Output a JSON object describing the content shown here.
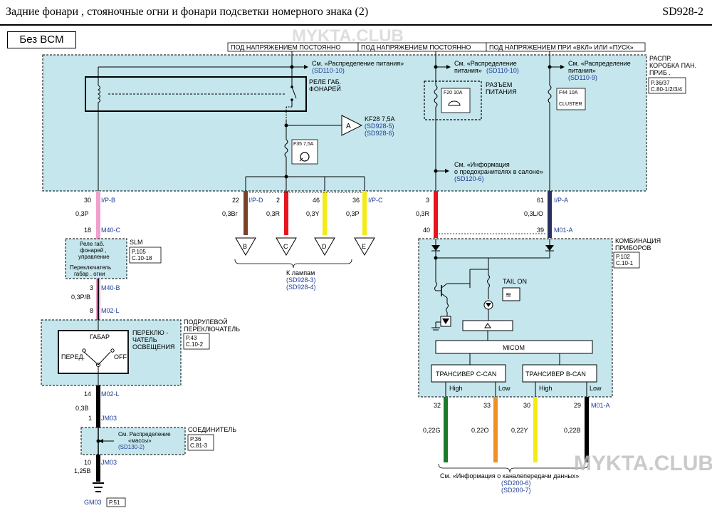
{
  "header": {
    "title": "Задние   фонари  , стояночные    огни  и фонари   подсветки    номерного    знака (2)",
    "code": "SD928-2"
  },
  "no_bcm_label": "Без  BCM",
  "watermark": "MYKTA.CLUB",
  "power_labels": {
    "always1": "ПОД НАПРЯЖЕНИЕМ   ПОСТОЯННО",
    "always2": "ПОД НАПРЯЖЕНИЕМ   ПОСТОЯННО",
    "on_start": "ПОД НАПРЯЖЕНИЕМ   ПРИ «ВКЛ» ИЛИ «ПУСК»"
  },
  "junction_box": {
    "name": [
      "РАСПР.",
      "КОРОБКА  ПАН.",
      "ПРИБ ."
    ],
    "page": "P.36/37",
    "conn": "C.80-1/2/3/4"
  },
  "refs": {
    "pd1": [
      "См. «Распределение    питания»",
      "(SD110-10)"
    ],
    "pd2": [
      "См. «Распределение",
      "питания»",
      "(SD110-10)"
    ],
    "pd3": [
      "См. «Распределение",
      "питания»",
      "(SD110-9)"
    ],
    "fuse_info": [
      "См. «Информация",
      "о предохранителях     в салоне»",
      "(SD120-6)"
    ],
    "kf28": [
      "KF28  7,5A",
      "(SD928-5)",
      "(SD928-6)"
    ],
    "lamps": [
      "К лампам",
      "(SD928-3)",
      "(SD928-4)"
    ],
    "can_info": [
      "См. «Информация   о каналепередачи    данных»",
      "(SD200-6)",
      "(SD200-7)"
    ]
  },
  "relay_label": [
    "РЕЛЕ   ГАБ.",
    "ФОНАРЕЙ"
  ],
  "power_connector": [
    "РАЗЪЕМ",
    "ПИТАНИЯ"
  ],
  "fuses": {
    "f35": "F35  7,5A",
    "f20": "F20  10A",
    "f44": "F44  10A",
    "f44_name": "CLUSTER"
  },
  "arrow_a": "A",
  "wires": {
    "p30": "30",
    "p30_conn": "I/P-B",
    "w03P": "0,3P",
    "p18": "18",
    "p18_conn": "M40-C",
    "p22": "22",
    "p22_conn": "I/P-D",
    "w03Br": "0,3Br",
    "p2": "2",
    "w03R_a": "0,3R",
    "p46": "46",
    "w03Y": "0,3Y",
    "p36": "36",
    "p36_conn": "I/P-C",
    "w03P_b": "0,3P",
    "p3": "3",
    "w03R_b": "0,3R",
    "p40": "40",
    "p61": "61",
    "p61_conn": "I/P-A",
    "w03LO": "0,3L/O",
    "p39": "39",
    "p39_conn": "M01-A",
    "p3b": "3",
    "p3b_conn": "M40-B",
    "w03PB": "0,3P/B",
    "p8": "8",
    "p8_conn": "M02-L",
    "p14": "14",
    "p14_conn": "M02-L",
    "w03B": "0,3B",
    "p1": "1",
    "p1_conn": "JM03",
    "p10": "10",
    "p10_conn": "JM03",
    "w125B": "1,25B",
    "gnd": "GM03",
    "gnd_page": "P.51",
    "p32": "32",
    "w022G": "0,22G",
    "p33": "33",
    "w022O": "0,22O",
    "p30b": "30",
    "w022Y": "0,22Y",
    "p29": "29",
    "p29_conn": "M01-A",
    "w022B": "0,22B"
  },
  "lamp_letters": [
    "B",
    "C",
    "D",
    "E"
  ],
  "slm": {
    "title": "SLM",
    "lines": [
      "Реле   габ.",
      "фонарей     ,",
      "управление",
      "Переключатель",
      "габар . огни"
    ],
    "page": "P.105",
    "conn": "C.10-18"
  },
  "multifunction": {
    "name": [
      "ПОДРУЛЕВОЙ",
      "ПЕРЕКЛЮЧАТЕЛЬ"
    ],
    "page": "P.43",
    "conn": "C.10-2",
    "switch_name": [
      "ПЕРЕКЛЮ -",
      "ЧАТЕЛЬ",
      "ОСВЕЩЕНИЯ"
    ],
    "pos_gabar": "ГАБАР",
    "pos_pered": "ПЕРЕД.",
    "pos_off": "OFF"
  },
  "joint": {
    "name": "СОЕДИНИТЕЛЬ",
    "page": "P.36",
    "conn": "C.81-3",
    "ref": [
      "См. Распределение",
      "«массы»",
      "(SD130-2)"
    ]
  },
  "cluster": {
    "name": [
      "КОМБИНАЦИЯ",
      "ПРИБОРОВ"
    ],
    "page": "P.102",
    "conn": "C.10-1",
    "tail_on": "TAIL ON",
    "micom": "MICOM",
    "ccan": "ТРАНСИВЕР C-CAN",
    "bcan": "ТРАНСИВЕР  B-CAN",
    "high1": "High",
    "low1": "Low",
    "high2": "High",
    "low2": "Low"
  },
  "colors": {
    "box_fill": "#c4e6ec",
    "pink": "#f0a0cc",
    "brown": "#7a4028",
    "red": "#e8141e",
    "yellow": "#f5eb14",
    "navy": "#2a2f60",
    "green": "#1a7a2a",
    "orange": "#f09020",
    "black": "#000000",
    "blue_text": "#1e3c98"
  }
}
